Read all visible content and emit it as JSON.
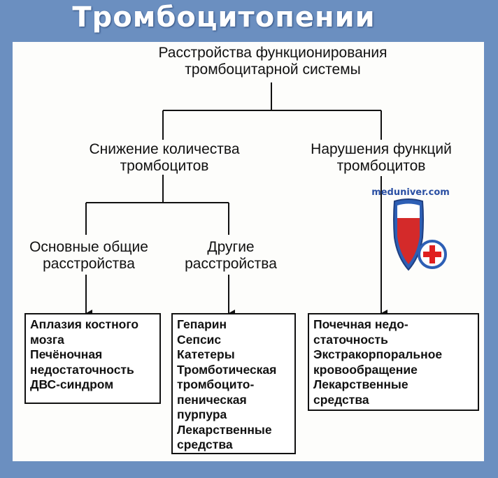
{
  "title": "Тромбоцитопении",
  "diagram": {
    "root": "Расстройства функционирования\nтромбоцитарной системы",
    "branch_left": "Снижение количества\nтромбоцитов",
    "branch_right": "Нарушения функций\nтромбоцитов",
    "sub_left": "Основные общие\nрасстройства",
    "sub_mid": "Другие\nрасстройства",
    "box_left": [
      "Аплазия костного\nмозга",
      "Печёночная\nнедостаточность",
      "ДВС-синдром"
    ],
    "box_mid": [
      "Гепарин",
      "Сепсис",
      "Катетеры",
      "Тромботическая\nтромбоцито-\nпеническая\nпурпура",
      "Лекарственные\nсредства"
    ],
    "box_right": [
      "Почечная недо-\nстаточность",
      "Экстракорпоральное\nкровообращение",
      "Лекарственные\nсредства"
    ]
  },
  "logo": {
    "text": "meduniver.com",
    "colors": {
      "shield_blue": "#2d5fb5",
      "shield_red": "#d42a2a",
      "cross": "#e01f1f"
    }
  }
}
